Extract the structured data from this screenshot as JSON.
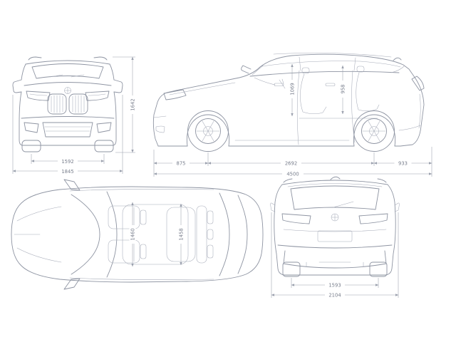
{
  "page": {
    "background": "#ffffff",
    "description": "vehicle-dimensions-blueprint"
  },
  "colors": {
    "body_line": "#8e94a2",
    "detail_line": "#a6abb8",
    "dimension_line": "#9aa0ad",
    "label_text": "#787e8c"
  },
  "views": {
    "front": {
      "label": "front-view",
      "dims": {
        "track_width_mm": "1592",
        "overall_width_mm": "1845",
        "height_mm": "1642"
      }
    },
    "side": {
      "label": "side-view",
      "dims": {
        "front_interior_height_mm": "1069",
        "rear_interior_height_mm": "958",
        "front_overhang_mm": "875",
        "wheelbase_mm": "2692",
        "rear_overhang_mm": "933",
        "overall_length_mm": "4500"
      }
    },
    "top": {
      "label": "top-view",
      "dims": {
        "front_interior_width_mm": "1460",
        "rear_interior_width_mm": "1458"
      }
    },
    "rear": {
      "label": "rear-view",
      "dims": {
        "track_width_mm": "1593",
        "overall_width_incl_mirrors_mm": "2104"
      }
    }
  }
}
